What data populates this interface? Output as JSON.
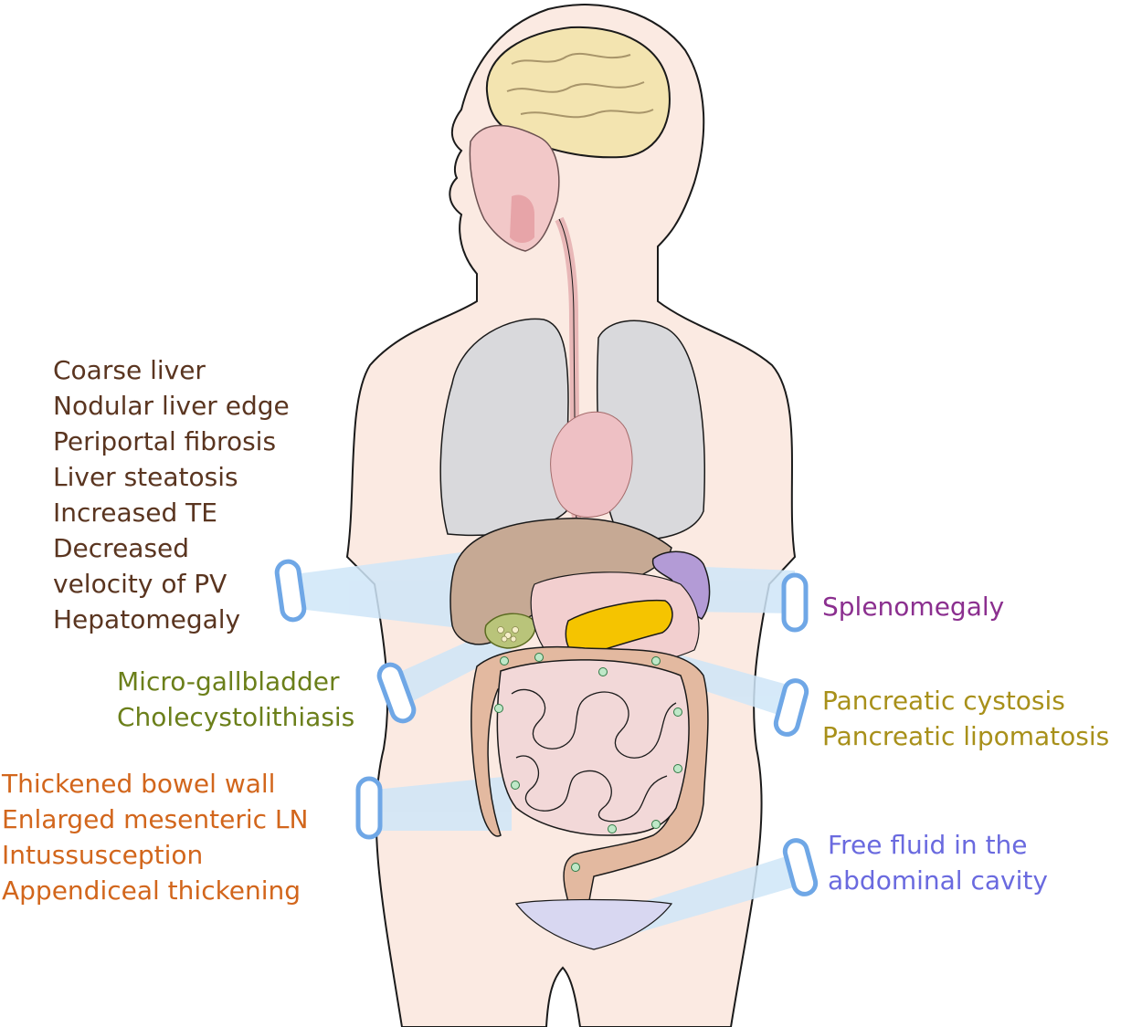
{
  "colors": {
    "liver_text": "#5a3520",
    "gallbladder_text": "#6b7f1a",
    "bowel_text": "#d2661c",
    "spleen_text": "#8b2f8f",
    "pancreas_text": "#a8901a",
    "fluid_text": "#6a6adf",
    "probe_outline": "#6fa7e6",
    "beam": "#cfe6f8",
    "skin": "#fbeae2",
    "outline": "#1a1a1a",
    "brain": "#f3e4b0",
    "lung": "#d9d9dc",
    "heart": "#eec0c4",
    "liver": "#c6a994",
    "spleen": "#b39bd6",
    "pancreas": "#f5c400",
    "gallbladder": "#b9c47a",
    "intestine": "#f2d8d8",
    "colon": "#e3b9a0",
    "lymph_node": "#bfe8c8",
    "fluid": "#d8d7f1"
  },
  "icons": [
    "body-outline-icon",
    "ultrasound-probe-icon",
    "lymph-node-icon"
  ],
  "labels": {
    "liver": [
      "Coarse liver",
      "Nodular liver edge",
      "Periportal fibrosis",
      "Liver steatosis",
      "Increased TE",
      "Decreased",
      "velocity of PV",
      "Hepatomegaly"
    ],
    "gallbladder": [
      "Micro-gallbladder",
      "Cholecystolithiasis"
    ],
    "bowel": [
      "Thickened bowel wall",
      "Enlarged mesenteric LN",
      "Intussusception",
      "Appendiceal thickening"
    ],
    "spleen": [
      "Splenomegaly"
    ],
    "pancreas": [
      "Pancreatic cystosis",
      "Pancreatic lipomatosis"
    ],
    "fluid": [
      "Free fluid in the",
      "abdominal cavity"
    ]
  }
}
